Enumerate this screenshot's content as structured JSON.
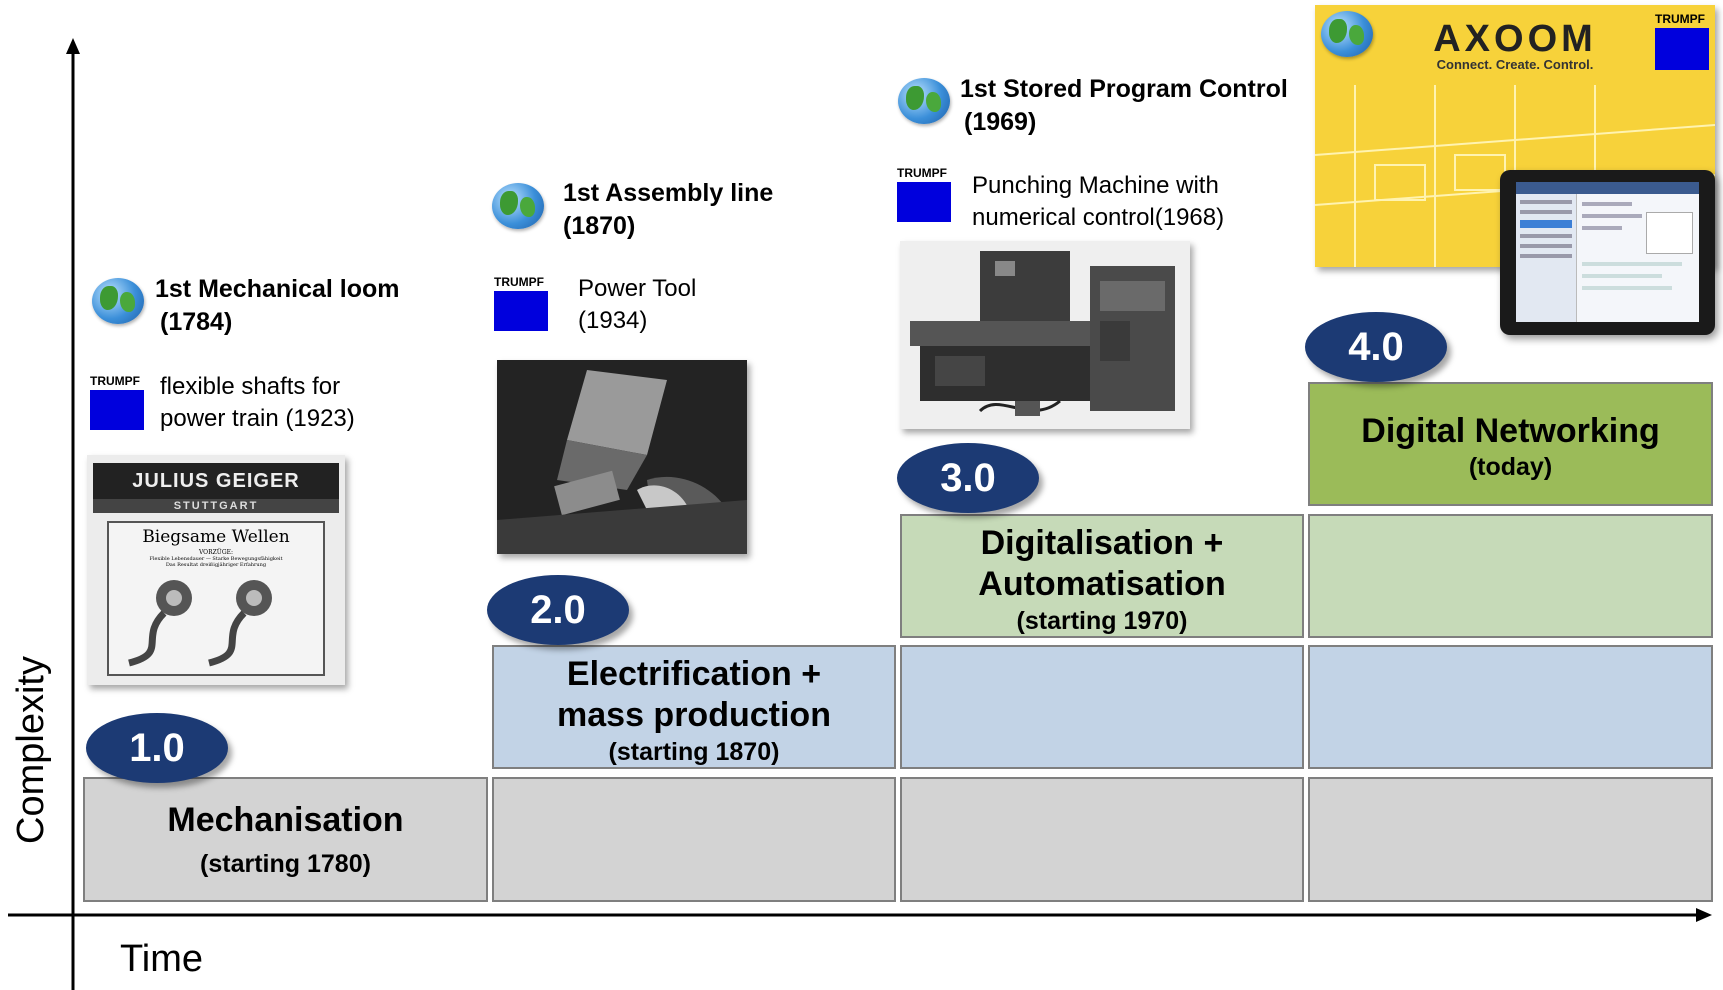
{
  "axes": {
    "y_label": "Complexity",
    "x_label": "Time"
  },
  "stages": [
    {
      "badge": "1.0",
      "title": "Mechanisation",
      "subtitle": "(starting 1780)"
    },
    {
      "badge": "2.0",
      "title_line1": "Electrification +",
      "title_line2": "mass production",
      "subtitle": "(starting 1870)"
    },
    {
      "badge": "3.0",
      "title_line1": "Digitalisation +",
      "title_line2": "Automatisation",
      "subtitle": "(starting 1970)"
    },
    {
      "badge": "4.0",
      "title": "Digital Networking",
      "subtitle": "(today)"
    }
  ],
  "milestones": [
    {
      "world_line1": "1st Mechanical loom",
      "world_line2": "(1784)",
      "trumpf_line1": "flexible shafts for",
      "trumpf_line2": "power train (1923)",
      "photo_text": {
        "top": "JULIUS GEIGER",
        "city": "STUTTGART",
        "title": "Biegsame Wellen",
        "sub": "VORZÜGE:",
        "line1": "Flexible Lebensdauer — Starke Bewegungsfähigkeit",
        "line2": "Das Resultat dreißigjähriger Erfahrung"
      }
    },
    {
      "world_line1": "1st Assembly line",
      "world_line2": "(1870)",
      "trumpf_line1": "Power Tool",
      "trumpf_line2": "(1934)"
    },
    {
      "world_line1": "1st Stored Program Control",
      "world_line2": "(1969)",
      "trumpf_line1": "Punching Machine with",
      "trumpf_line2": "numerical control(1968)"
    },
    {
      "axoom_title": "AXOOM",
      "axoom_tagline": "Connect. Create. Control."
    }
  ],
  "trumpf_logo_text": "TRUMPF",
  "colors": {
    "badge": "#1c3a74",
    "stage1": "#d3d3d3",
    "stage2": "#c2d3e6",
    "stage3": "#c6dab8",
    "stage4": "#9bbb59",
    "trumpf_blue": "#0000dd",
    "axoom_bg": "#f7d23a"
  }
}
